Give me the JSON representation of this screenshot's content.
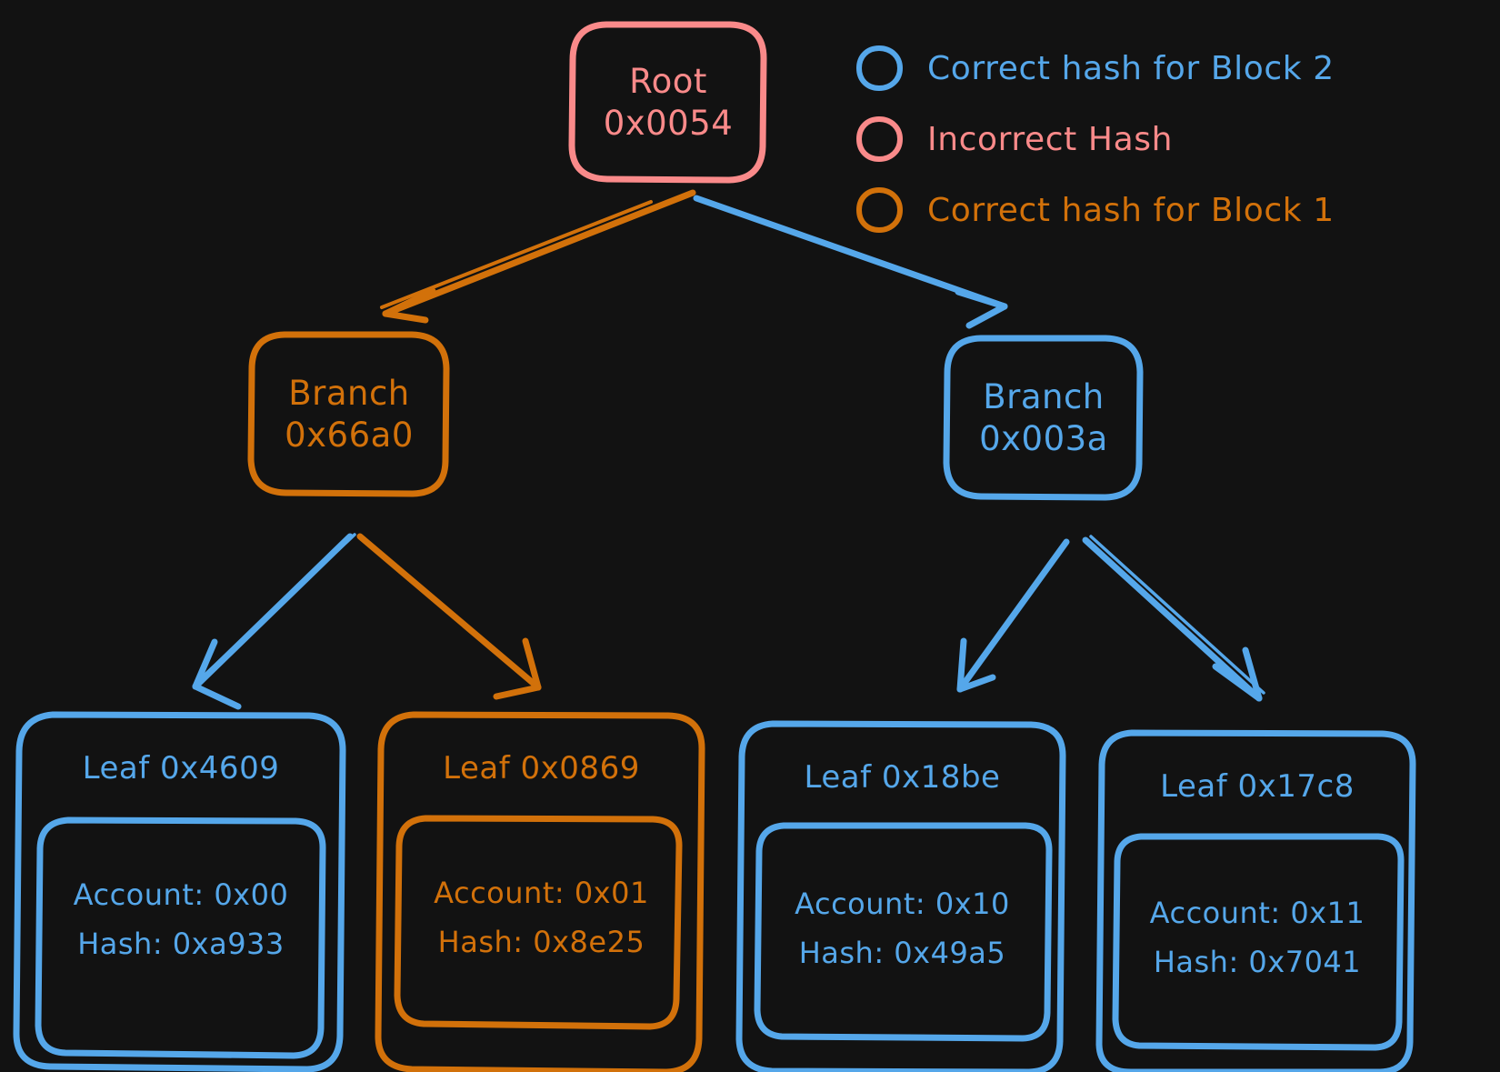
{
  "diagram": {
    "title_context": "merkle-patricia-trie-hash-verification",
    "background": "#121212",
    "colors": {
      "blue": "#55A7EA",
      "pink": "#FA8A8A",
      "orange": "#D2710A"
    }
  },
  "legend": {
    "items": [
      {
        "label": "Correct hash for Block 2",
        "color": "#55A7EA",
        "marker": "circle-outline-icon"
      },
      {
        "label": "Incorrect Hash",
        "color": "#FA8A8A",
        "marker": "circle-outline-icon"
      },
      {
        "label": "Correct hash for Block 1",
        "color": "#D2710A",
        "marker": "circle-outline-icon"
      }
    ]
  },
  "tree": {
    "root": {
      "kind": "Root",
      "hash": "0x0054",
      "color": "#FA8A8A"
    },
    "branches": [
      {
        "kind": "Branch",
        "hash": "0x66a0",
        "color": "#D2710A"
      },
      {
        "kind": "Branch",
        "hash": "0x003a",
        "color": "#55A7EA"
      }
    ],
    "leaves": [
      {
        "title": "Leaf 0x4609",
        "account_label": "Account: 0x00",
        "hash_label": "Hash: 0xa933",
        "color": "#55A7EA"
      },
      {
        "title": "Leaf 0x0869",
        "account_label": "Account: 0x01",
        "hash_label": "Hash: 0x8e25",
        "color": "#D2710A"
      },
      {
        "title": "Leaf 0x18be",
        "account_label": "Account: 0x10",
        "hash_label": "Hash: 0x49a5",
        "color": "#55A7EA"
      },
      {
        "title": "Leaf 0x17c8",
        "account_label": "Account: 0x11",
        "hash_label": "Hash: 0x7041",
        "color": "#55A7EA"
      }
    ],
    "edges": [
      {
        "from": "Root 0x0054",
        "to": "Branch 0x66a0",
        "color": "#D2710A"
      },
      {
        "from": "Root 0x0054",
        "to": "Branch 0x003a",
        "color": "#55A7EA"
      },
      {
        "from": "Branch 0x66a0",
        "to": "Leaf 0x4609",
        "color": "#55A7EA"
      },
      {
        "from": "Branch 0x66a0",
        "to": "Leaf 0x0869",
        "color": "#D2710A"
      },
      {
        "from": "Branch 0x003a",
        "to": "Leaf 0x18be",
        "color": "#55A7EA"
      },
      {
        "from": "Branch 0x003a",
        "to": "Leaf 0x17c8",
        "color": "#55A7EA"
      }
    ]
  }
}
